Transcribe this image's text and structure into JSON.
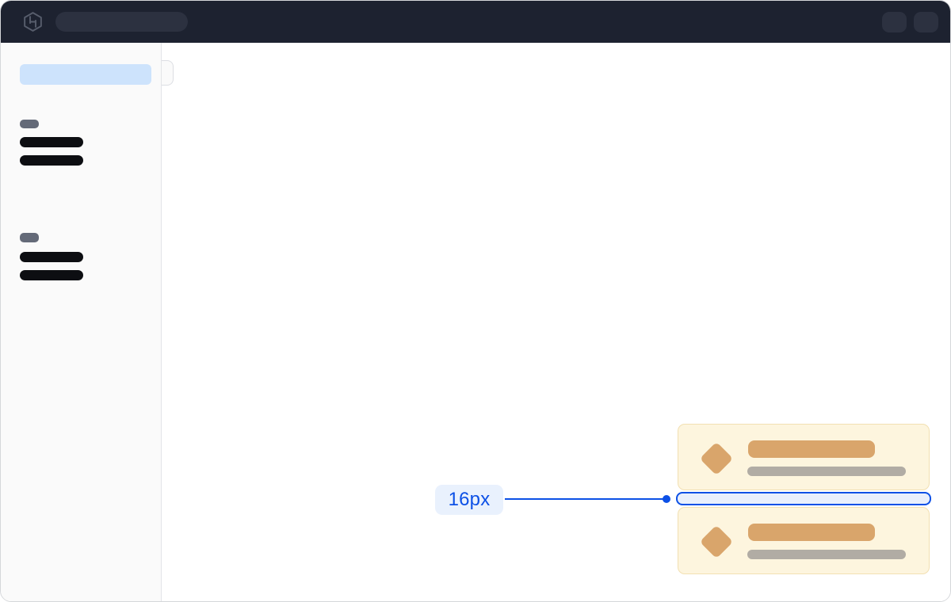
{
  "annotation": {
    "measurement_label": "16px",
    "measured_property": "vertical gap between cards"
  },
  "topbar": {
    "logo_icon": "hashicorp-logo-icon",
    "skeletons": [
      "search-placeholder",
      "action-placeholder",
      "action-placeholder"
    ]
  },
  "sidebar": {
    "selected_item_skeleton": "active-nav-placeholder",
    "sections": [
      {
        "header_skeleton": "section-label-placeholder",
        "item_skeletons": 2
      },
      {
        "header_skeleton": "section-label-placeholder",
        "item_skeletons": 2
      }
    ],
    "toggle": "sidebar-collapse-handle"
  },
  "main": {
    "cards": [
      {
        "icon": "diamond-icon",
        "title_skeleton": true,
        "subtitle_skeleton": true
      },
      {
        "icon": "diamond-icon",
        "title_skeleton": true,
        "subtitle_skeleton": true
      }
    ]
  },
  "colors": {
    "accent_blue": "#0c50e6",
    "annotation_label_bg": "#e9f1fd",
    "annotation_fill": "#e9effc",
    "topbar_bg": "#1d2230",
    "topbar_skeleton": "#2c3140",
    "sidebar_bg": "#fafafa",
    "sidebar_border": "#e3e4e8",
    "sidebar_selected": "#cde3fc",
    "skeleton_dark": "#0d0e12",
    "skeleton_gray": "#646a78",
    "card_bg": "#fdf5de",
    "card_border": "#f2e0b2",
    "card_icon": "#d9a56b",
    "card_subtitle_bar": "#b1aca4",
    "window_border": "#d5d7da"
  }
}
